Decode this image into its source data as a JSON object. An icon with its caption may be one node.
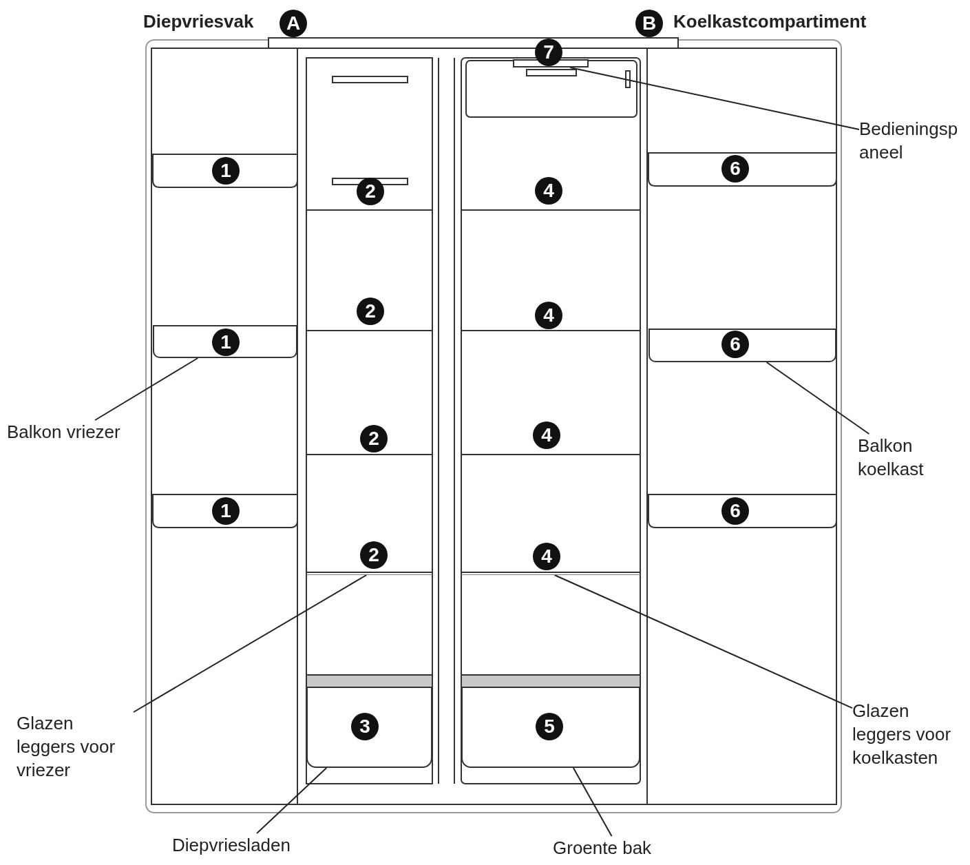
{
  "diagram": {
    "nodes": [
      {
        "text": [
          "Bedieningsp aneel"
        ]
      },
      {
        "text": [],
        "shape": "box"
      },
      {
        "text": [
          "Balkon vriezer"
        ]
      },
      {
        "text": [],
        "shape": "box"
      },
      {
        "text": [
          "Balkon koelkast"
        ]
      },
      {
        "text": [],
        "shape": "box"
      },
      {
        "text": [
          "Glazen leggers voor vriezer"
        ]
      },
      {
        "text": [],
        "shape": "bar"
      },
      {
        "text": [
          "Glazen leggers voor koelkasten"
        ]
      },
      {
        "text": [],
        "shape": "bar"
      },
      {
        "text": [
          "Diepvriesladen"
        ]
      },
      {
        "text": [],
        "shape": "box"
      },
      {
        "text": [
          "Groente bak"
        ]
      },
      {
        "text": [],
        "shape": "box"
      }
    ],
    "edges": [
      {
        "from": 0,
        "to": 1,
        "arrow": "none"
      },
      {
        "from": 2,
        "to": 3,
        "arrow": "none"
      },
      {
        "from": 4,
        "to": 5,
        "arrow": "none"
      },
      {
        "from": 6,
        "to": 7,
        "arrow": "none"
      },
      {
        "from": 8,
        "to": 9,
        "arrow": "none"
      },
      {
        "from": 10,
        "to": 11,
        "arrow": "none"
      },
      {
        "from": 12,
        "to": 13,
        "arrow": "none"
      }
    ],
    "labels": [
      "Diepvriesvak",
      "A",
      "B",
      "Koelkastcompartiment",
      "7",
      "6",
      "1",
      "2",
      "4",
      "2",
      "4",
      "6",
      "1",
      "4",
      "2",
      "1",
      "6",
      "2",
      "4",
      "3",
      "5"
    ]
  }
}
